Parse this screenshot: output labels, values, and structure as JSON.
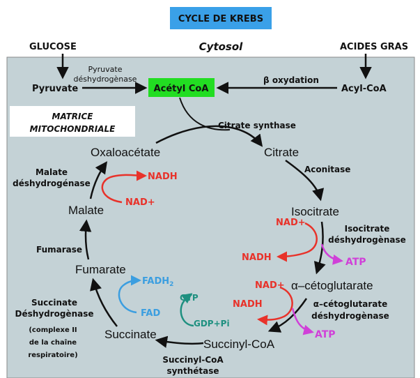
{
  "title": "CYCLE DE KREBS",
  "header": {
    "glucose": "GLUCOSE",
    "cytosol": "Cytosol",
    "acides_gras": "ACIDES GRAS"
  },
  "cytosol_row": {
    "pyruvate": "Pyruvate",
    "pdh_line1": "Pyruvate",
    "pdh_line2": "déshydrogènase",
    "acetyl_coa": "Acétyl CoA",
    "beta_oxydation": "β oxydation",
    "acyl_coa": "Acyl-CoA"
  },
  "matrix": {
    "line1": "MATRICE",
    "line2": "MITOCHONDRIALE"
  },
  "cycle": {
    "citrate_synthase": "Citrate synthase",
    "citrate": "Citrate",
    "aconitase": "Aconitase",
    "isocitrate": "Isocitrate",
    "icdh_line1": "Isocitrate",
    "icdh_line2": "déshydrogènase",
    "alpha_kg": "α–cétoglutarate",
    "akgdh_line1": "α–cétoglutarate",
    "akgdh_line2": "déshydrogènase",
    "succinyl_coa": "Succinyl-CoA",
    "scs_line1": "Succinyl-CoA",
    "scs_line2": "synthétase",
    "succinate": "Succinate",
    "sdh_line1": "Succinate",
    "sdh_line2": "Déshydrogènase",
    "sdh_line3": "(complexe II",
    "sdh_line4": "de la chaîne",
    "sdh_line5": "respiratoire)",
    "fumarate": "Fumarate",
    "fumarase": "Fumarase",
    "malate": "Malate",
    "mdh_line1": "Malate",
    "mdh_line2": "déshydrogénase",
    "oxaloacetate": "Oxaloacétate"
  },
  "cofactors": {
    "nadh_mdh": "NADH",
    "nad_mdh": "NAD+",
    "nad_icdh": "NAD+",
    "nadh_icdh": "NADH",
    "atp_icdh": "ATP",
    "nad_akg": "NAD+",
    "nadh_akg": "NADH",
    "atp_akg": "ATP",
    "gtp": "GTP",
    "gdp_pi": "GDP+Pi",
    "fadh2": "FADH",
    "fadh2_sub": "2",
    "fad": "FAD"
  },
  "colors": {
    "title_bg": "#3aa0e8",
    "matrix_bg": "#c4d2d6",
    "acetyl_bg": "#22dd22",
    "nad": "#e8322a",
    "atp": "#d040d8",
    "fad": "#3b9ee0",
    "gtp": "#1e9080"
  }
}
